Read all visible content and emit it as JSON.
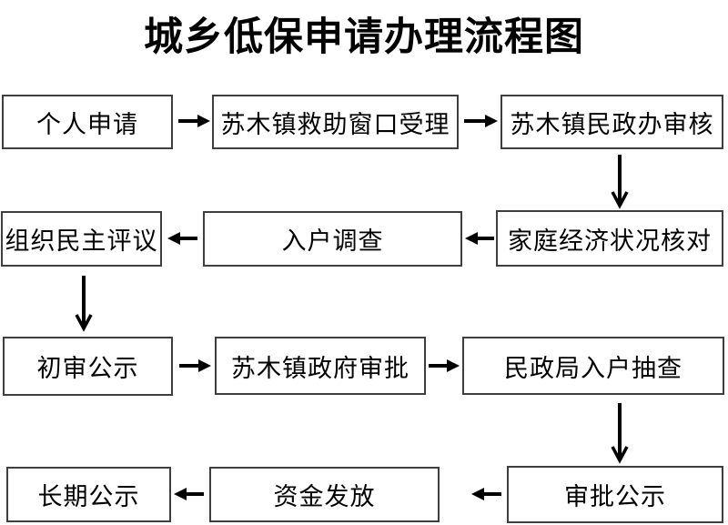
{
  "title": "城乡低保申请办理流程图",
  "colors": {
    "background": "#ffffff",
    "box_border": "#3f3f3f",
    "text": "#000000",
    "arrow": "#000000"
  },
  "boxes": {
    "r1c1": "个人申请",
    "r1c2": "苏木镇救助窗口受理",
    "r1c3": "苏木镇民政办审核",
    "r2c1": "组织民主评议",
    "r2c2": "入户调查",
    "r2c3": "家庭经济状况核对",
    "r3c1": "初审公示",
    "r3c2": "苏木镇政府审批",
    "r3c3": "民政局入户抽查",
    "r4c1": "长期公示",
    "r4c2": "资金发放",
    "r4c3": "审批公示"
  },
  "flow": {
    "edges": [
      {
        "from": "个人申请",
        "to": "苏木镇救助窗口受理"
      },
      {
        "from": "苏木镇救助窗口受理",
        "to": "苏木镇民政办审核"
      },
      {
        "from": "苏木镇民政办审核",
        "to": "家庭经济状况核对"
      },
      {
        "from": "家庭经济状况核对",
        "to": "入户调查"
      },
      {
        "from": "入户调查",
        "to": "组织民主评议"
      },
      {
        "from": "组织民主评议",
        "to": "初审公示"
      },
      {
        "from": "初审公示",
        "to": "苏木镇政府审批"
      },
      {
        "from": "苏木镇政府审批",
        "to": "民政局入户抽查"
      },
      {
        "from": "民政局入户抽查",
        "to": "审批公示"
      },
      {
        "from": "审批公示",
        "to": "资金发放"
      },
      {
        "from": "资金发放",
        "to": "长期公示"
      }
    ]
  }
}
